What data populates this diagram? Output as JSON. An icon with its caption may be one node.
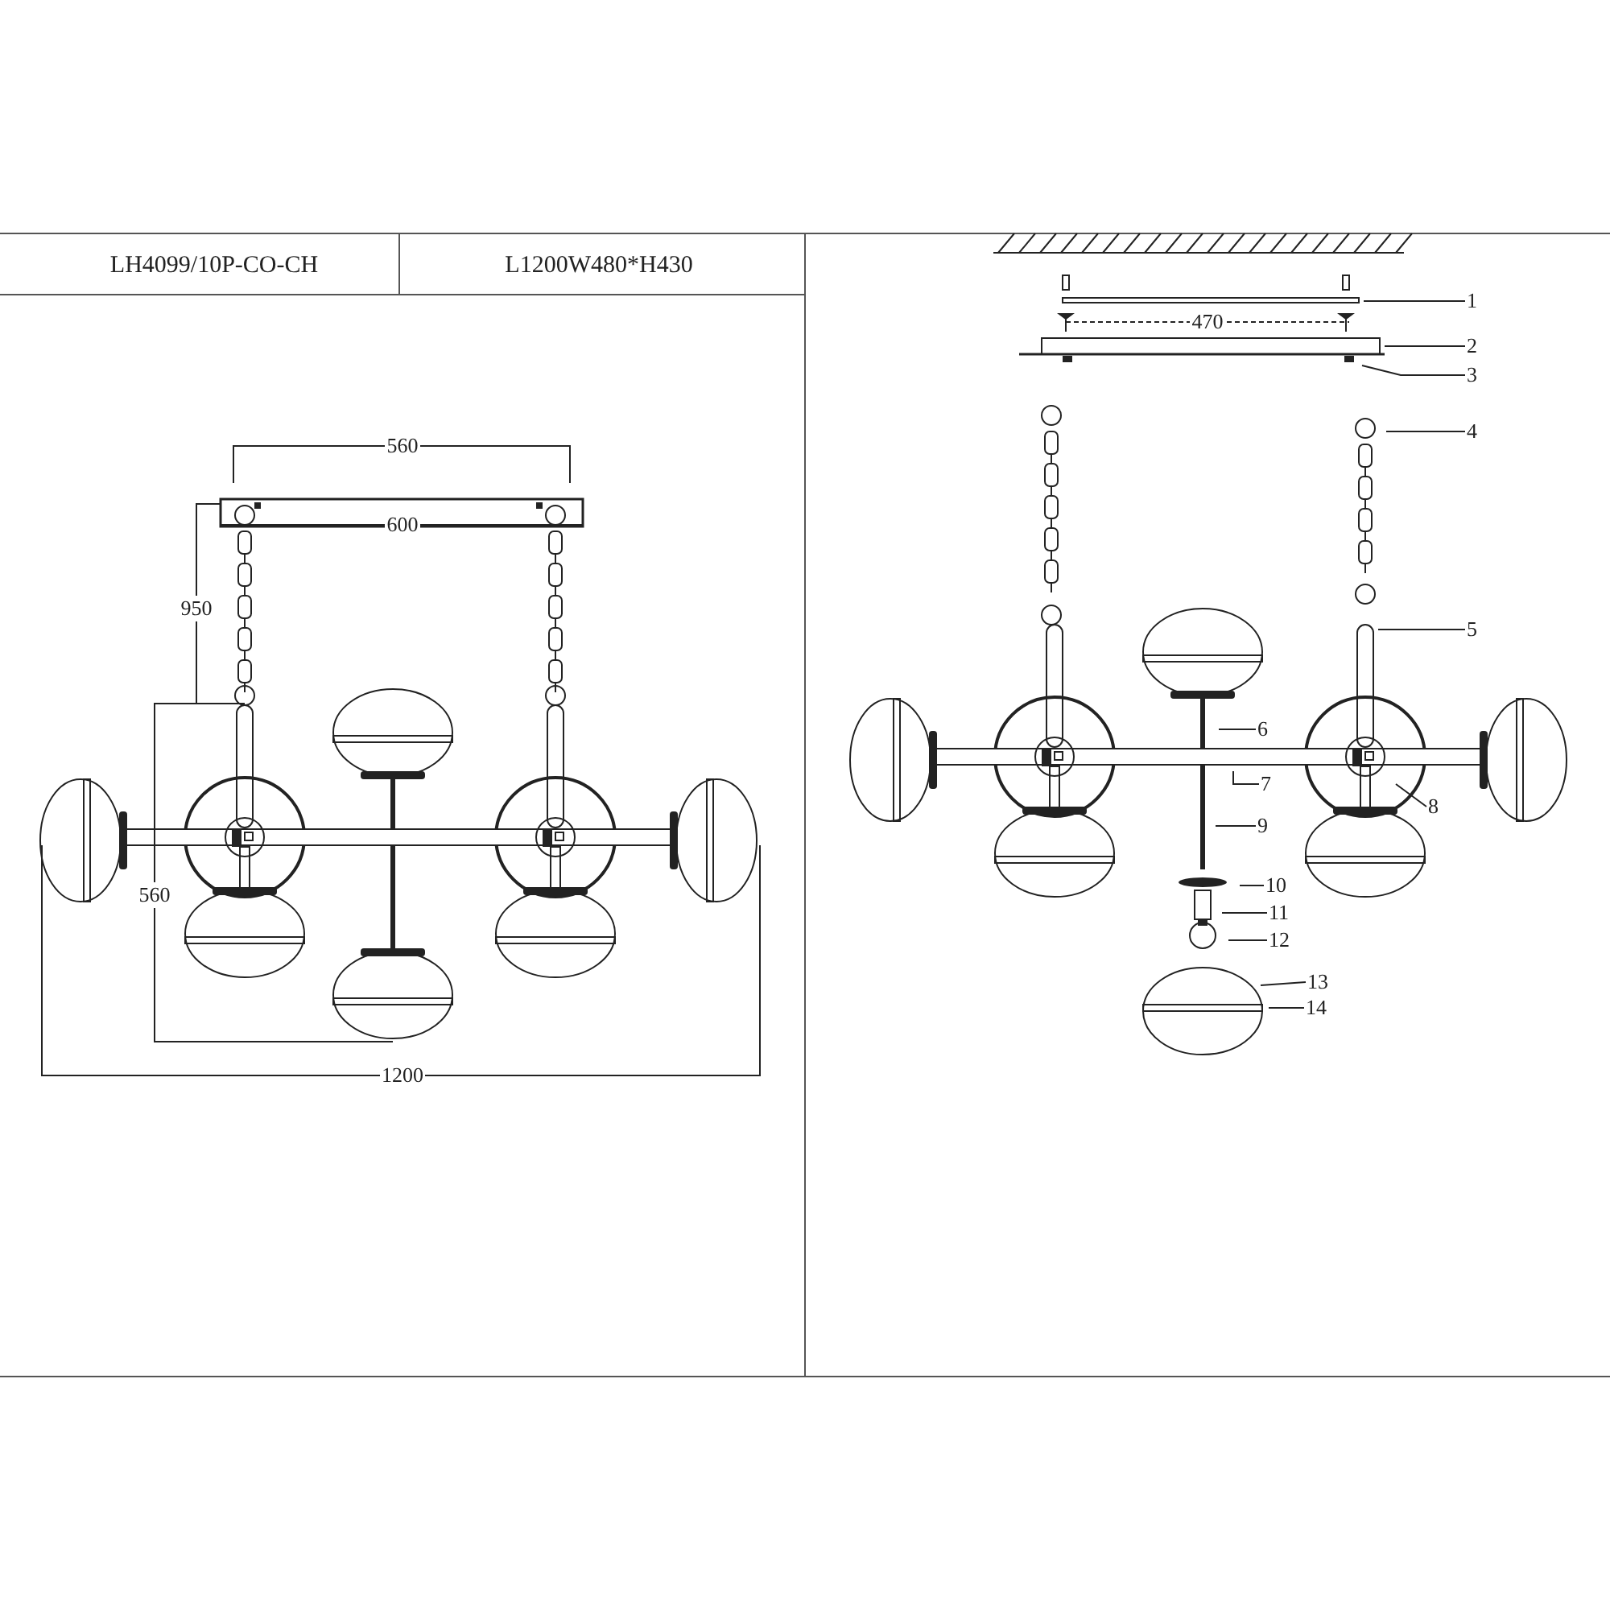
{
  "diagram": {
    "nodes": [
      {
        "text": [
          "1"
        ]
      },
      {
        "text": [
          "2"
        ]
      },
      {
        "text": [
          "3"
        ]
      },
      {
        "text": [
          "4"
        ]
      },
      {
        "text": [
          "5"
        ]
      },
      {
        "text": [
          "6"
        ]
      },
      {
        "text": [
          "7"
        ]
      },
      {
        "text": [
          "8"
        ]
      },
      {
        "text": [
          "9"
        ]
      },
      {
        "text": [
          "10"
        ]
      },
      {
        "text": [
          "11"
        ]
      },
      {
        "text": [
          "12"
        ]
      },
      {
        "text": [
          "13"
        ]
      },
      {
        "text": [
          "14"
        ]
      }
    ],
    "edges": [
      {
        "from": 0,
        "to": null,
        "arrow": "none"
      },
      {
        "from": 1,
        "to": null,
        "arrow": "none"
      },
      {
        "from": 2,
        "to": null,
        "arrow": "none"
      },
      {
        "from": 3,
        "to": null,
        "arrow": "none"
      },
      {
        "from": 4,
        "to": null,
        "arrow": "none"
      },
      {
        "from": 5,
        "to": null,
        "arrow": "none"
      },
      {
        "from": 6,
        "to": null,
        "arrow": "none"
      },
      {
        "from": 7,
        "to": null,
        "arrow": "none"
      },
      {
        "from": 8,
        "to": null,
        "arrow": "none"
      },
      {
        "from": 9,
        "to": null,
        "arrow": "none"
      },
      {
        "from": 10,
        "to": null,
        "arrow": "none"
      },
      {
        "from": 11,
        "to": null,
        "arrow": "none"
      },
      {
        "from": 12,
        "to": null,
        "arrow": "none"
      },
      {
        "from": 13,
        "to": null,
        "arrow": "none"
      }
    ],
    "labels": [
      "LH4099/10P-CO-CH",
      "L1200W480*H430",
      "560",
      "600",
      "950",
      "560",
      "1200",
      "470"
    ]
  }
}
